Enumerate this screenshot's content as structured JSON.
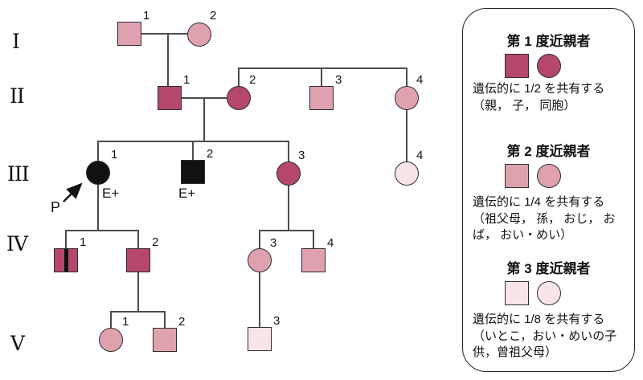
{
  "palette": {
    "first_degree": "#b5476b",
    "second_degree": "#dfa1ae",
    "third_degree": "#f9e4e7",
    "affected": "#111111"
  },
  "pedigree": {
    "generation_labels": [
      "I",
      "II",
      "III",
      "IV",
      "V"
    ],
    "proband_pointer": "P",
    "members": [
      {
        "id": "I-1",
        "sex": "male",
        "label": "1",
        "degree": "second"
      },
      {
        "id": "I-2",
        "sex": "female",
        "label": "2",
        "degree": "second"
      },
      {
        "id": "II-1",
        "sex": "male",
        "label": "1",
        "degree": "first"
      },
      {
        "id": "II-2",
        "sex": "female",
        "label": "2",
        "degree": "first"
      },
      {
        "id": "II-3",
        "sex": "male",
        "label": "3",
        "degree": "second"
      },
      {
        "id": "II-4",
        "sex": "female",
        "label": "4",
        "degree": "second"
      },
      {
        "id": "III-1",
        "sex": "female",
        "label": "1",
        "degree": "affected",
        "annotation": "E+",
        "proband": true
      },
      {
        "id": "III-2",
        "sex": "male",
        "label": "2",
        "degree": "affected",
        "annotation": "E+"
      },
      {
        "id": "III-3",
        "sex": "female",
        "label": "3",
        "degree": "first"
      },
      {
        "id": "III-4",
        "sex": "female",
        "label": "4",
        "degree": "third"
      },
      {
        "id": "IV-1",
        "sex": "male",
        "label": "1",
        "degree": "first",
        "carrier_bar": true
      },
      {
        "id": "IV-2",
        "sex": "male",
        "label": "2",
        "degree": "first"
      },
      {
        "id": "IV-3",
        "sex": "female",
        "label": "3",
        "degree": "second"
      },
      {
        "id": "IV-4",
        "sex": "male",
        "label": "4",
        "degree": "second"
      },
      {
        "id": "V-1",
        "sex": "female",
        "label": "1",
        "degree": "second"
      },
      {
        "id": "V-2",
        "sex": "male",
        "label": "2",
        "degree": "second"
      },
      {
        "id": "V-3",
        "sex": "male",
        "label": "3",
        "degree": "third"
      }
    ]
  },
  "legend": {
    "sections": [
      {
        "title": "第 1 度近親者",
        "share": "遺伝的に 1/2 を共有する",
        "examples": "（親， 子， 同胞）"
      },
      {
        "title": "第 2 度近親者",
        "share": "遺伝的に 1/4 を共有する",
        "examples": "（祖父母， 孫， おじ， おば， おい・めい）"
      },
      {
        "title": "第 3 度近親者",
        "share": "遺伝的に 1/8 を共有する",
        "examples": "（いとこ，おい・めいの子供，曾祖父母）"
      }
    ]
  }
}
